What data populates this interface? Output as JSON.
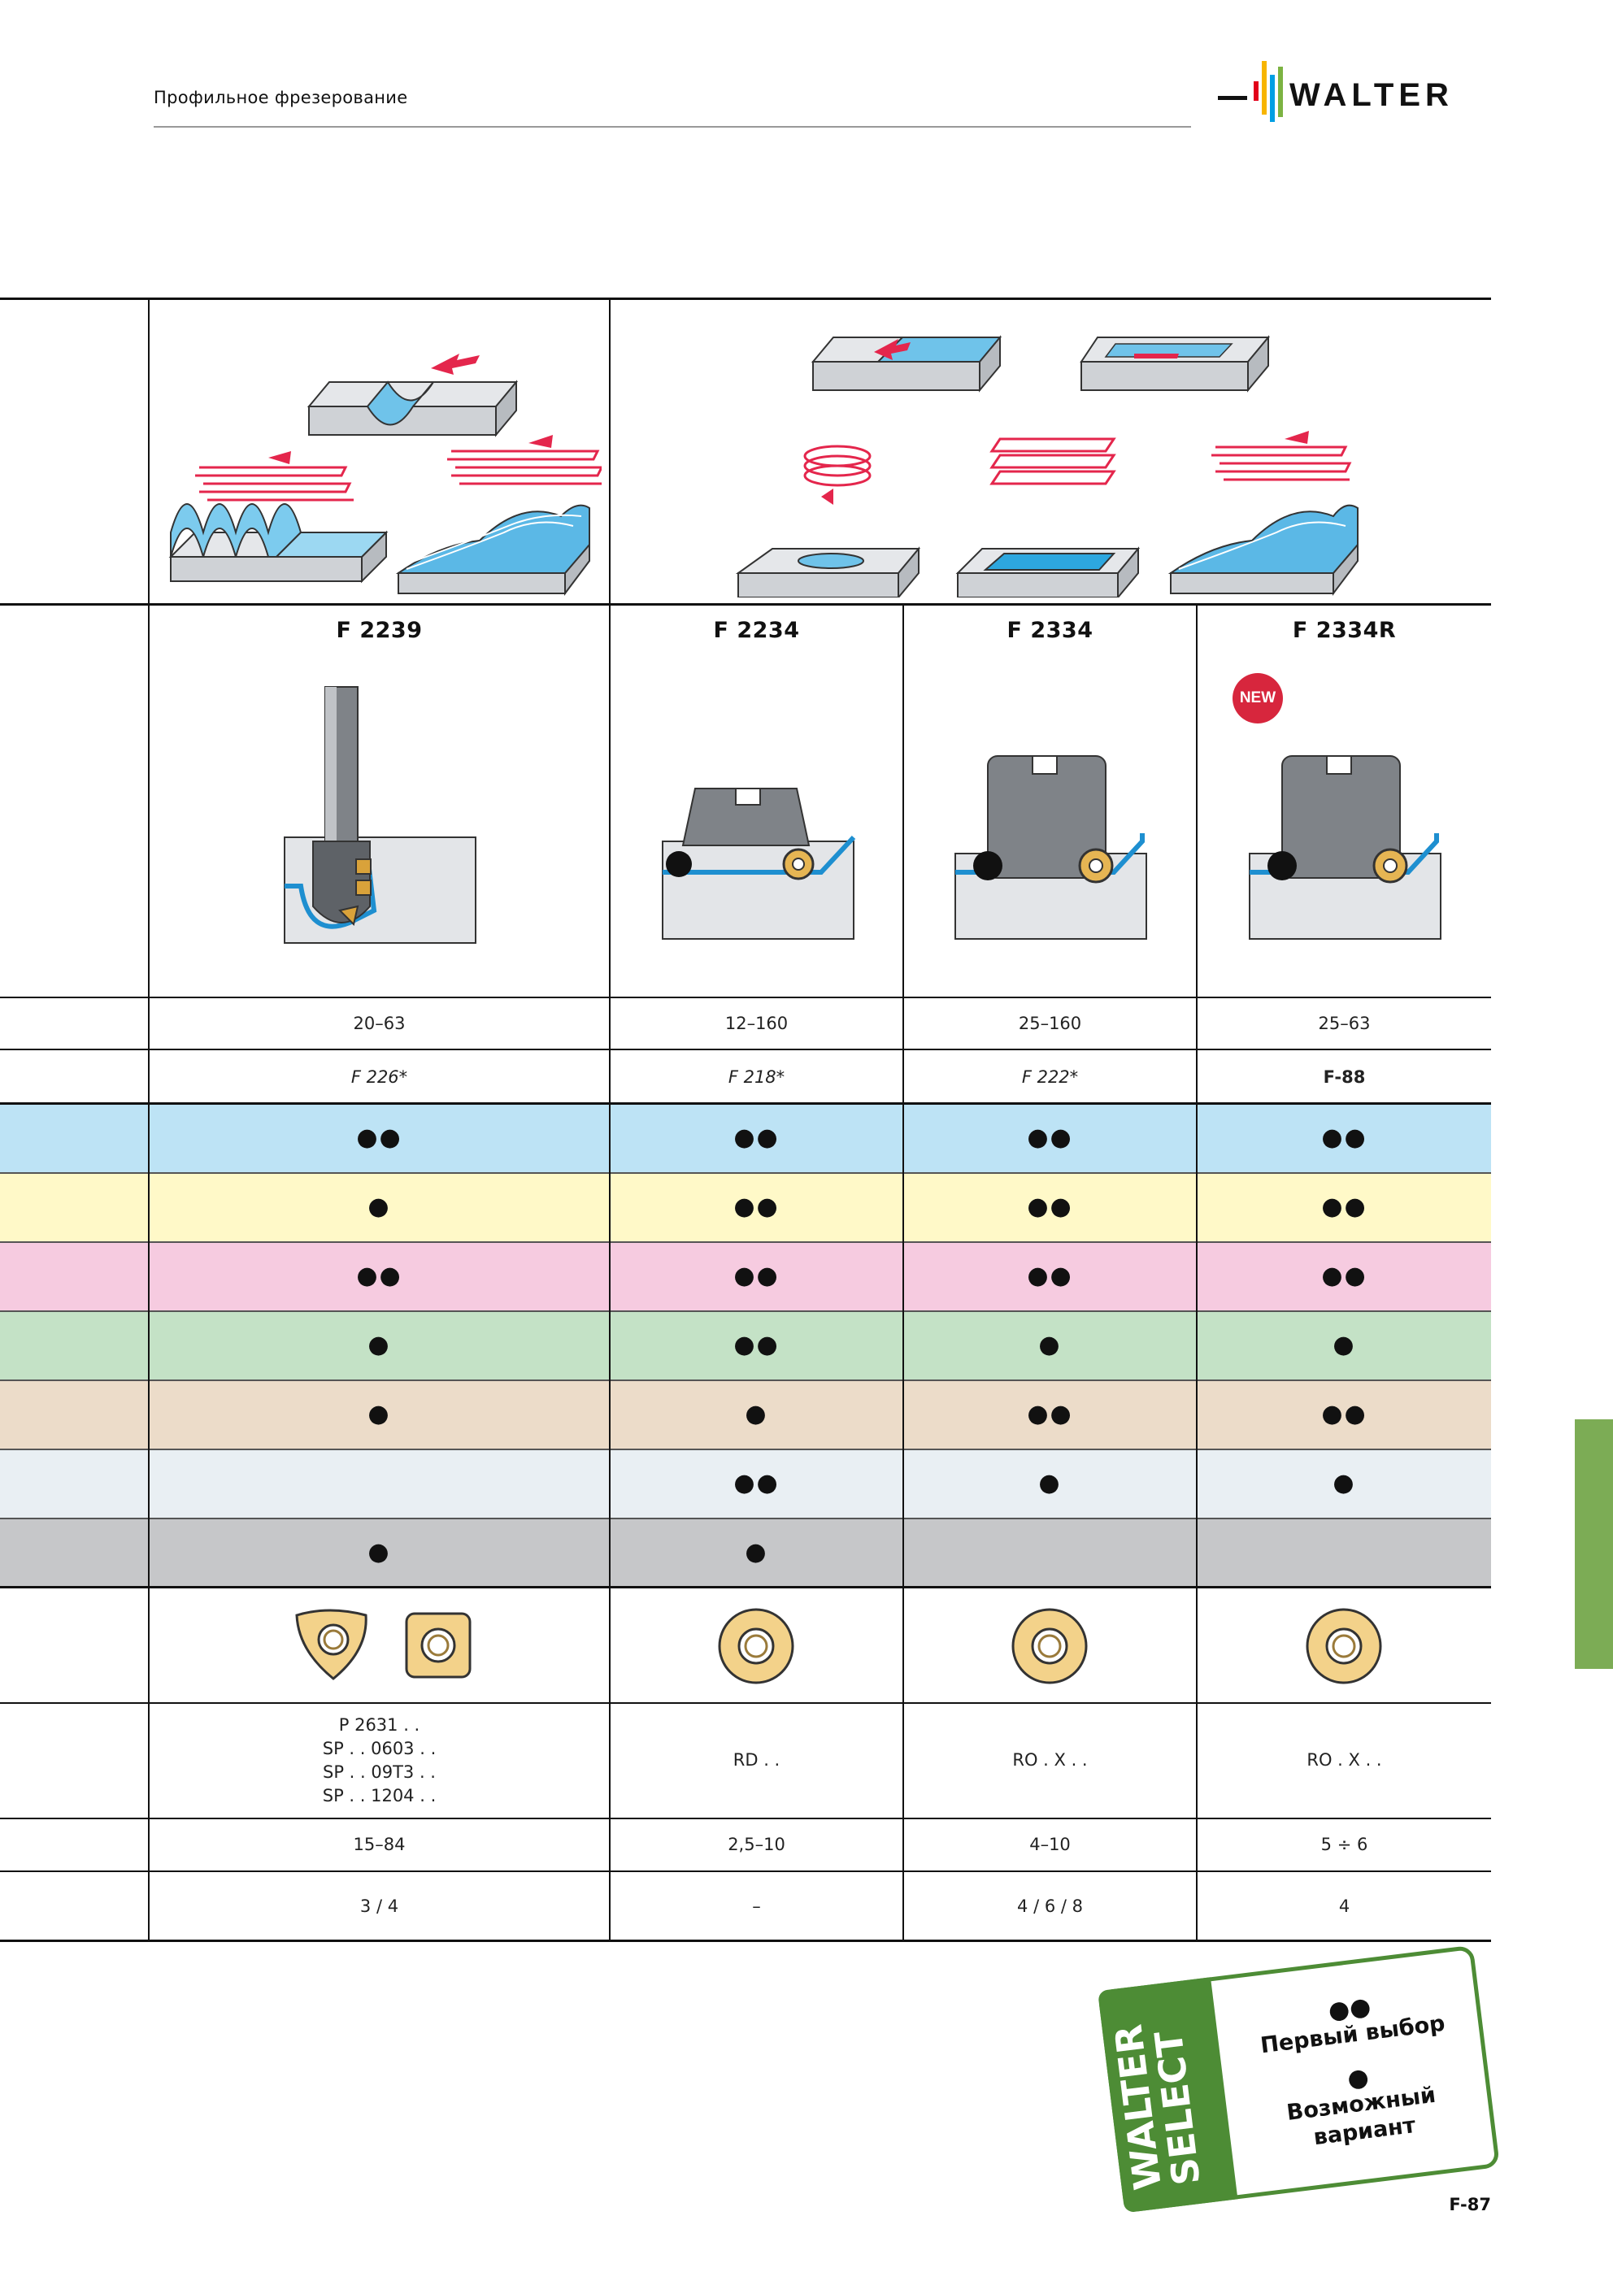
{
  "header": {
    "title": "Профильное фрезерование",
    "logo_text": "WALTER"
  },
  "models": [
    {
      "name": "F 2239",
      "badge": "",
      "diameter": "20–63",
      "series": "F 226*",
      "series_bold": false,
      "materials": [
        "●●",
        "●",
        "●●",
        "●",
        "●",
        "",
        "●"
      ],
      "inserts_lines": [
        "P 2631 . .",
        "SP . . 0603 . .",
        "SP . . 09T3 . .",
        "SP . . 1204 . ."
      ],
      "range": "15–84",
      "edges": "3 / 4"
    },
    {
      "name": "F 2234",
      "badge": "",
      "diameter": "12–160",
      "series": "F 218*",
      "series_bold": false,
      "materials": [
        "●●",
        "●●",
        "●●",
        "●●",
        "●",
        "●●",
        "●"
      ],
      "inserts_lines": [
        "RD . ."
      ],
      "range": "2,5–10",
      "edges": "–"
    },
    {
      "name": "F 2334",
      "badge": "",
      "diameter": "25–160",
      "series": "F 222*",
      "series_bold": false,
      "materials": [
        "●●",
        "●●",
        "●●",
        "●",
        "●●",
        "●",
        ""
      ],
      "inserts_lines": [
        "RO . X . ."
      ],
      "range": "4–10",
      "edges": "4 / 6 / 8"
    },
    {
      "name": "F 2334R",
      "badge": "NEW",
      "diameter": "25–63",
      "series": "F-88",
      "series_bold": true,
      "materials": [
        "●●",
        "●●",
        "●●",
        "●",
        "●●",
        "●",
        ""
      ],
      "inserts_lines": [
        "RO . X . ."
      ],
      "range": "5 ÷ 6",
      "edges": "4"
    }
  ],
  "band_colors": [
    "#bde3f5",
    "#fff9c8",
    "#f6cbe0",
    "#c4e2c6",
    "#ecdcc9",
    "#e9eff3",
    "#c6c7c9"
  ],
  "stamp": {
    "brand_line1": "WALTER",
    "brand_line2": "SELECT",
    "first_symbol": "●●",
    "first_label": "Первый выбор",
    "second_symbol": "●",
    "second_label_1": "Возможный",
    "second_label_2": "вариант"
  },
  "page_number": "F-87"
}
